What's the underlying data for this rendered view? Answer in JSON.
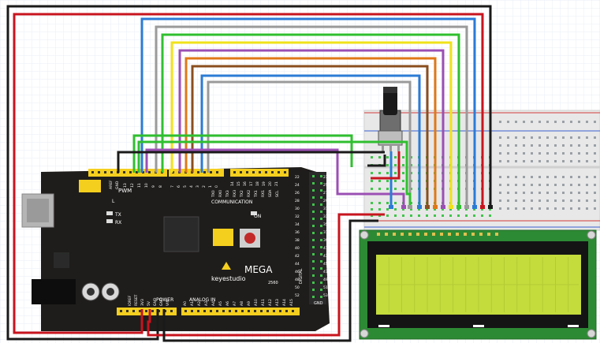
{
  "board": {
    "brand": "keyestudio",
    "model": "MEGA",
    "revision": "2560",
    "pwm_label": "PWM",
    "communication_label": "COMMUNICATION",
    "power_label": "POWER",
    "analog_label": "ANALOG  IN",
    "digital_label": "DIGITAL",
    "gnd_label": "GND",
    "on_label": "ON",
    "l_label": "L",
    "tx_label": "TX",
    "rx_label": "RX",
    "aref_label": "AREF",
    "gnd_top_label": "GND",
    "top_pins": [
      "13",
      "12",
      "11",
      "10",
      "9",
      "8"
    ],
    "top_pins2": [
      "7",
      "6",
      "5",
      "4",
      "3",
      "2",
      "1",
      "0"
    ],
    "comm_pins": [
      "TX0",
      "RX0",
      "TX3",
      "RX3",
      "TX2",
      "RX2",
      "TX1",
      "RX1",
      "SDA",
      "SCL"
    ],
    "comm_nums": [
      "14",
      "15",
      "16",
      "17",
      "18",
      "19",
      "20",
      "21"
    ],
    "power_pins": [
      "IOREF",
      "RESET",
      "3V3",
      "5V",
      "GND",
      "GND",
      "VIN"
    ],
    "analog_pins": [
      "A0",
      "A1",
      "A2",
      "A3",
      "A4",
      "A5",
      "A6",
      "A7",
      "A8",
      "A9",
      "A10",
      "A11",
      "A12",
      "A13",
      "A14",
      "A15"
    ],
    "digital_left": [
      "22",
      "24",
      "26",
      "28",
      "30",
      "32",
      "34",
      "36",
      "38",
      "40",
      "42",
      "44",
      "46",
      "48",
      "50",
      "52"
    ],
    "digital_right": [
      "23",
      "25",
      "27",
      "29",
      "31",
      "33",
      "35",
      "37",
      "39",
      "41",
      "43",
      "45",
      "47",
      "49",
      "51",
      "53"
    ]
  },
  "colors": {
    "board": "#1f1d1b",
    "header": "#f5cf1e",
    "lcd_pcb": "#2d8a34",
    "lcd_screen": "#c4dc3c",
    "red": "#c8141e",
    "black": "#1a1a1a",
    "blue": "#2b7bd6",
    "gray": "#9a9a9a",
    "yellow": "#f0e21a",
    "green": "#2fbf2f",
    "purple": "#9b4fb4",
    "orange": "#e07818",
    "brown": "#8a4e1e"
  }
}
